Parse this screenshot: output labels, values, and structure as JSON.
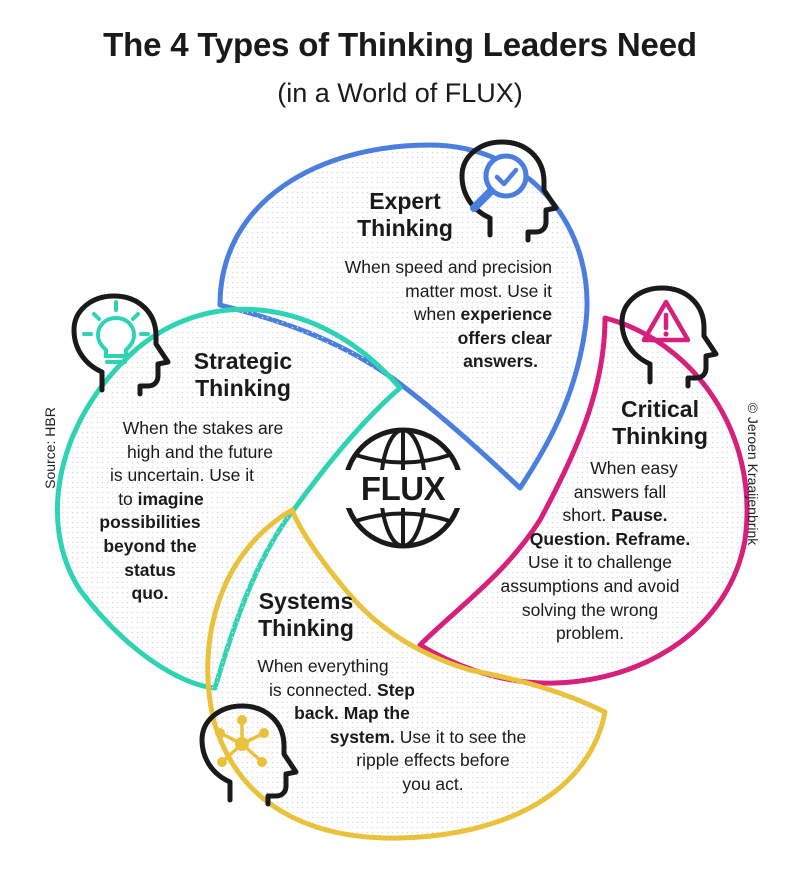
{
  "header": {
    "title": "The 4 Types of Thinking Leaders Need",
    "subtitle": "(in a World of FLUX)"
  },
  "center": {
    "label": "FLUX"
  },
  "source": "Source: HBR",
  "credit": "© Jeroen Kraaijenbrink",
  "colors": {
    "expert": "#4a7fe0",
    "strategic": "#2ed3b4",
    "critical": "#d6207c",
    "systems": "#e9c13a",
    "ink": "#1a1a1a"
  },
  "types": {
    "expert": {
      "icon": "magnifier-check-head-icon",
      "heading": [
        "Expert",
        "Thinking"
      ],
      "lines": [
        [
          "When speed and precision"
        ],
        [
          "matter most. Use it"
        ],
        [
          "when ",
          "experience"
        ],
        [
          "offers clear"
        ],
        [
          "answers."
        ]
      ]
    },
    "strategic": {
      "icon": "lightbulb-head-icon",
      "heading": [
        "Strategic",
        "Thinking"
      ],
      "lines": [
        [
          "When the stakes are"
        ],
        [
          "high and the future"
        ],
        [
          "is uncertain. Use it"
        ],
        [
          "to ",
          "imagine"
        ],
        [
          "possibilities"
        ],
        [
          "beyond the"
        ],
        [
          "status"
        ],
        [
          "quo."
        ]
      ]
    },
    "critical": {
      "icon": "warning-head-icon",
      "heading": [
        "Critical",
        "Thinking"
      ],
      "lines": [
        [
          "When easy"
        ],
        [
          "answers fall"
        ],
        [
          "short. ",
          "Pause."
        ],
        [
          "Question. Reframe."
        ],
        [
          "Use it to challenge"
        ],
        [
          "assumptions and avoid"
        ],
        [
          "solving the wrong"
        ],
        [
          "problem."
        ]
      ]
    },
    "systems": {
      "icon": "network-head-icon",
      "heading": [
        "Systems",
        "Thinking"
      ],
      "lines": [
        [
          "When everything"
        ],
        [
          "is connected. ",
          "Step"
        ],
        [
          "back. Map the"
        ],
        [
          "system.",
          " Use it to see the"
        ],
        [
          "ripple effects before"
        ],
        [
          "you act."
        ]
      ]
    }
  }
}
